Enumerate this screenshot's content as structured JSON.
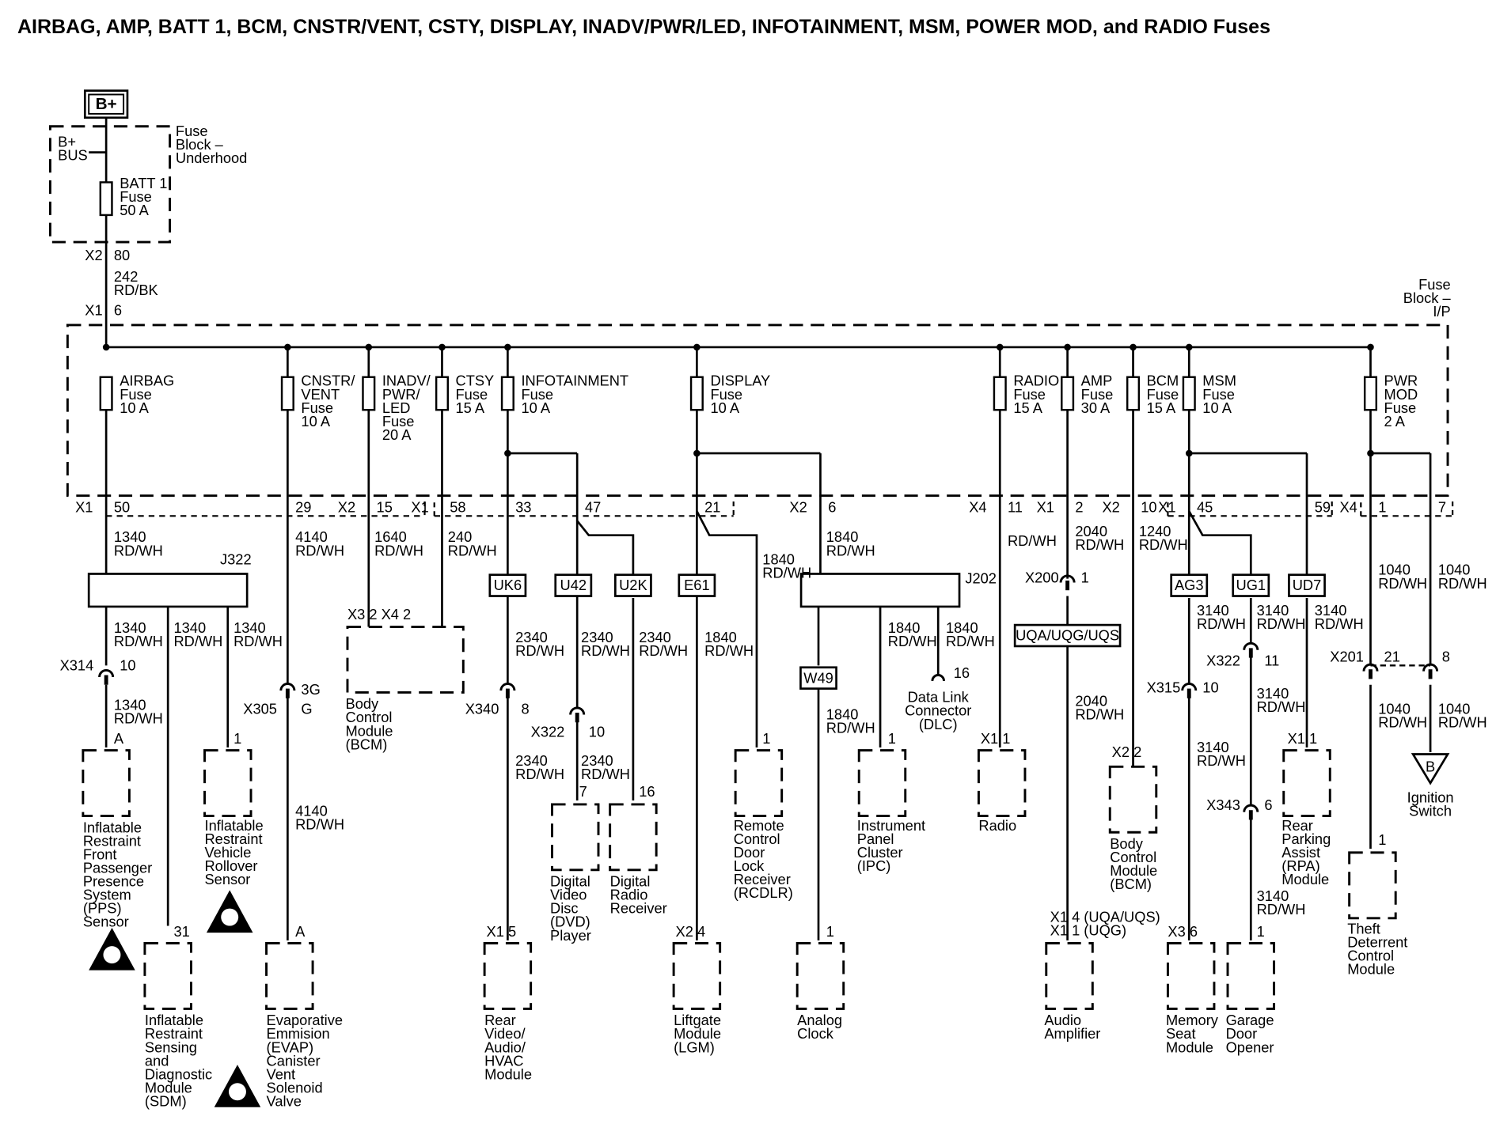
{
  "title": "AIRBAG, AMP, BATT 1, BCM, CNSTR/VENT, CSTY, DISPLAY, INADV/PWR/LED, INFOTAINMENT, MSM, POWER MOD, and RADIO Fuses",
  "power_source": "B+",
  "fuse_block_underhood": {
    "label": [
      "Fuse",
      "Block –",
      "Underhood"
    ],
    "bus": [
      "B+",
      "BUS"
    ],
    "batt_fuse": [
      "BATT 1",
      "Fuse",
      "50 A"
    ],
    "pin_connector": "X2",
    "pin": "80"
  },
  "feed_wire": [
    "242",
    "RD/BK"
  ],
  "fuse_block_ip": {
    "label": [
      "Fuse",
      "Block –",
      "I/P"
    ],
    "in_connector": "X1",
    "in_pin": "6"
  },
  "fuses": [
    {
      "lines": [
        "AIRBAG",
        "Fuse",
        "10 A"
      ]
    },
    {
      "lines": [
        "CNSTR/",
        "VENT",
        "Fuse",
        "10 A"
      ]
    },
    {
      "lines": [
        "INADV/",
        "PWR/",
        "LED",
        "Fuse",
        "20 A"
      ]
    },
    {
      "lines": [
        "CTSY",
        "Fuse",
        "15 A"
      ]
    },
    {
      "lines": [
        "INFOTAINMENT",
        "Fuse",
        "10 A"
      ]
    },
    {
      "lines": [
        "DISPLAY",
        "Fuse",
        "10 A"
      ]
    },
    {
      "lines": [
        "RADIO",
        "Fuse",
        "15 A"
      ]
    },
    {
      "lines": [
        "AMP",
        "Fuse",
        "30 A"
      ]
    },
    {
      "lines": [
        "BCM",
        "Fuse",
        "15 A"
      ]
    },
    {
      "lines": [
        "MSM",
        "Fuse",
        "10 A"
      ]
    },
    {
      "lines": [
        "PWR",
        "MOD",
        "Fuse",
        "2 A"
      ]
    }
  ],
  "bottom_pins": [
    {
      "conn": "X1",
      "pin": "50"
    },
    {
      "pin": "29"
    },
    {
      "conn": "X2",
      "pin": "15"
    },
    {
      "conn": "X1",
      "pin": "58"
    },
    {
      "pin": "33"
    },
    {
      "pin": "47"
    },
    {
      "pin": "21"
    },
    {
      "conn": "X2",
      "pin": "6"
    },
    {
      "conn": "X4",
      "pin": "11"
    },
    {
      "conn": "X1",
      "pin": "2"
    },
    {
      "conn": "X2",
      "pin": "10"
    },
    {
      "conn": "X1",
      "pin": "45"
    },
    {
      "pin": "59"
    },
    {
      "conn": "X4",
      "pin": "1"
    },
    {
      "pin": "7"
    }
  ],
  "wires": [
    [
      "1340",
      "RD/WH"
    ],
    [
      "4140",
      "RD/WH"
    ],
    [
      "1640",
      "RD/WH"
    ],
    [
      "240",
      "RD/WH"
    ],
    [
      "2340",
      "RD/WH"
    ],
    [
      "1840",
      "RD/WH"
    ],
    [
      "RD/WH"
    ],
    [
      "2040",
      "RD/WH"
    ],
    [
      "1240",
      "RD/WH"
    ],
    [
      "3140",
      "RD/WH"
    ],
    [
      "1040",
      "RD/WH"
    ]
  ],
  "splices": [
    "J322",
    "J202"
  ],
  "option_codes": [
    "UK6",
    "U42",
    "U2K",
    "E61",
    "W49",
    "AG3",
    "UG1",
    "UD7",
    "UQA/UQG/UQS"
  ],
  "inline_connectors": [
    {
      "name": "X314",
      "pin": "10"
    },
    {
      "name": "X305",
      "pin": "3G",
      "sub": "G"
    },
    {
      "name": "X340",
      "pin": "8"
    },
    {
      "name": "X322",
      "pin": "10"
    },
    {
      "name": "X200",
      "pin": "1"
    },
    {
      "name": "X315",
      "pin": "10"
    },
    {
      "name": "X322",
      "pin": "11"
    },
    {
      "name": "X343",
      "pin": "6"
    },
    {
      "name": "X201",
      "pin": "21"
    },
    {
      "pin": "8"
    }
  ],
  "components": [
    {
      "pin_text": "A",
      "lines": [
        "Inflatable",
        "Restraint",
        "Front",
        "Passenger",
        "Presence",
        "System",
        "(PPS)",
        "Sensor"
      ]
    },
    {
      "pin_text": "1",
      "lines": [
        "Inflatable",
        "Restraint",
        "Vehicle",
        "Rollover",
        "Sensor"
      ]
    },
    {
      "pin_text": "31",
      "lines": [
        "Inflatable",
        "Restraint",
        "Sensing",
        "and",
        "Diagnostic",
        "Module",
        "(SDM)"
      ]
    },
    {
      "pin_text": "A",
      "lines": [
        "Evaporative",
        "Emmision",
        "(EVAP)",
        "Canister",
        "Vent",
        "Solenoid",
        "Valve"
      ]
    },
    {
      "pin_text": "X3  2     X4  2",
      "lines": [
        "Body",
        "Control",
        "Module",
        "(BCM)"
      ]
    },
    {
      "pin_text": "X1  5",
      "lines": [
        "Rear",
        "Video/",
        "Audio/",
        "HVAC",
        "Module"
      ]
    },
    {
      "pin_text": "7",
      "lines": [
        "Digital",
        "Video",
        "Disc",
        "(DVD)",
        "Player"
      ]
    },
    {
      "pin_text": "16",
      "lines": [
        "Digital",
        "Radio",
        "Receiver"
      ]
    },
    {
      "pin_text": "X2  4",
      "lines": [
        "Liftgate",
        "Module",
        "(LGM)"
      ]
    },
    {
      "pin_text": "1",
      "lines": [
        "Remote",
        "Control",
        "Door",
        "Lock",
        "Receiver",
        "(RCDLR)"
      ]
    },
    {
      "pin_text": "1",
      "lines": [
        "Analog",
        "Clock"
      ]
    },
    {
      "pin_text": "1",
      "lines": [
        "Instrument",
        "Panel",
        "Cluster",
        "(IPC)"
      ]
    },
    {
      "pin_text": "16",
      "lines": [
        "Data Link",
        "Connector",
        "(DLC)"
      ]
    },
    {
      "pin_text": "X1  1",
      "lines": [
        "Radio"
      ]
    },
    {
      "pin_text": "X2  2",
      "lines": [
        "Body",
        "Control",
        "Module",
        "(BCM)"
      ]
    },
    {
      "pin_text": "X1  4 (UQA/UQS)|X1  1 (UQG)",
      "lines": [
        "Audio",
        "Amplifier"
      ]
    },
    {
      "pin_text": "X3  6",
      "lines": [
        "Memory",
        "Seat",
        "Module"
      ]
    },
    {
      "pin_text": "1",
      "lines": [
        "Garage",
        "Door",
        "Opener"
      ]
    },
    {
      "pin_text": "X1  1",
      "lines": [
        "Rear",
        "Parking",
        "Assist",
        "(RPA)",
        "Module"
      ]
    },
    {
      "pin_text": "1",
      "lines": [
        "Theft",
        "Deterrent",
        "Control",
        "Module"
      ]
    },
    {
      "pin_text": "B",
      "lines": [
        "Ignition",
        "Switch"
      ]
    }
  ]
}
